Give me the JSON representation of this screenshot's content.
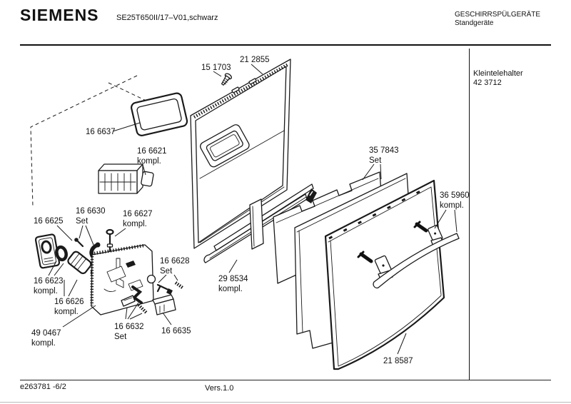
{
  "header": {
    "brand": "SIEMENS",
    "model": "SE25T650II/17–V01,schwarz",
    "category": "GESCHIRRSPÜLGERÄTE",
    "subcategory": "Standgeräte"
  },
  "side_panel": {
    "name": "Kleintelehalter",
    "part_number": "42 3712"
  },
  "parts": [
    {
      "id": "15 1703",
      "qualifier": ""
    },
    {
      "id": "21 2855",
      "qualifier": ""
    },
    {
      "id": "16 6637",
      "qualifier": ""
    },
    {
      "id": "16 6621",
      "qualifier": "kompl."
    },
    {
      "id": "16 6625",
      "qualifier": ""
    },
    {
      "id": "16 6630",
      "qualifier": "Set"
    },
    {
      "id": "16 6627",
      "qualifier": "kompl."
    },
    {
      "id": "16 6623",
      "qualifier": "kompl."
    },
    {
      "id": "16 6626",
      "qualifier": "kompl."
    },
    {
      "id": "49 0467",
      "qualifier": "kompl."
    },
    {
      "id": "16 6632",
      "qualifier": "Set"
    },
    {
      "id": "16 6635",
      "qualifier": ""
    },
    {
      "id": "16 6628",
      "qualifier": "Set"
    },
    {
      "id": "29 8534",
      "qualifier": "kompl."
    },
    {
      "id": "35 7843",
      "qualifier": "Set"
    },
    {
      "id": "36 5960",
      "qualifier": "kompl."
    },
    {
      "id": "21 8587",
      "qualifier": ""
    }
  ],
  "footer": {
    "document_id": "e263781 -6/2",
    "version": "Vers.1.0"
  },
  "colors": {
    "line": "#1a1a1a",
    "background": "#ffffff"
  }
}
